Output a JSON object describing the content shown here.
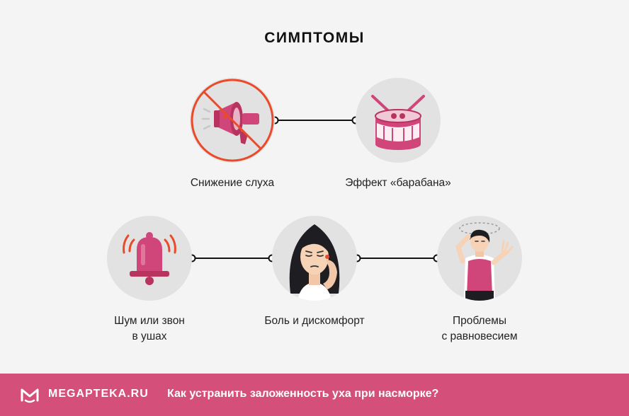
{
  "title": "СИМПТОМЫ",
  "symptoms": [
    {
      "label": "Снижение слуха",
      "icon": "crossed-megaphone-icon"
    },
    {
      "label": "Эффект «барабана»",
      "icon": "drum-icon"
    },
    {
      "label_line1": "Шум или звон",
      "label_line2": "в ушах",
      "icon": "ringing-bell-icon"
    },
    {
      "label": "Боль и дискомфорт",
      "icon": "woman-ear-pain-icon"
    },
    {
      "label_line1": "Проблемы",
      "label_line2": "с равновесием",
      "icon": "dizzy-woman-icon"
    }
  ],
  "footer": {
    "brand": "MEGAPTEKA.RU",
    "tagline": "Как устранить заложенность уха при насморке?"
  },
  "colors": {
    "accent": "#d4507a",
    "icon_pink": "#d1467a",
    "circle_bg": "#e2e2e2",
    "page_bg": "#f4f4f4"
  }
}
